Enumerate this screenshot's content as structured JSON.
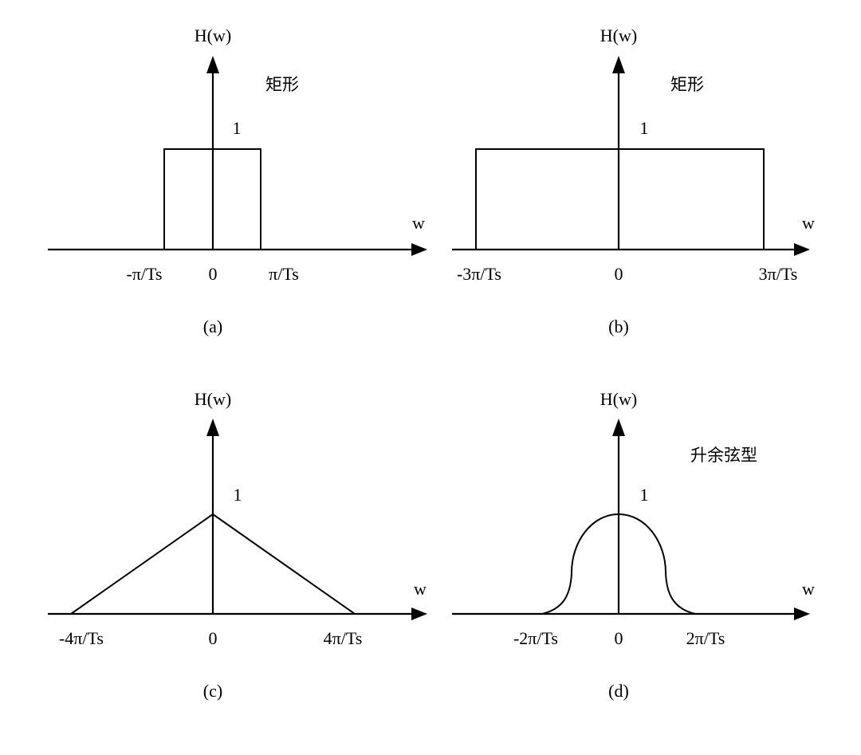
{
  "panels": [
    {
      "caption": "(a)",
      "ylabel": "H(w)",
      "xlabel": "w",
      "shape_label": "矩形",
      "peak_label": "1",
      "ticks": [
        "-π/Ts",
        "0",
        "π/Ts"
      ],
      "shape": "rectangle"
    },
    {
      "caption": "(b)",
      "ylabel": "H(w)",
      "xlabel": "w",
      "shape_label": "矩形",
      "peak_label": "1",
      "ticks": [
        "-3π/Ts",
        "0",
        "3π/Ts"
      ],
      "shape": "rectangle"
    },
    {
      "caption": "(c)",
      "ylabel": "H(w)",
      "xlabel": "w",
      "shape_label": "",
      "peak_label": "1",
      "ticks": [
        "-4π/Ts",
        "0",
        "4π/Ts"
      ],
      "shape": "triangle"
    },
    {
      "caption": "(d)",
      "ylabel": "H(w)",
      "xlabel": "w",
      "shape_label": "升余弦型",
      "peak_label": "1",
      "ticks": [
        "-2π/Ts",
        "0",
        "2π/Ts"
      ],
      "shape": "raised-cosine"
    }
  ]
}
